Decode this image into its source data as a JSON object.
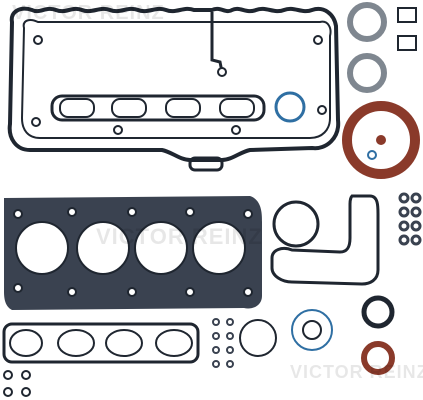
{
  "watermark": {
    "text": "VICTOR REINZ",
    "color": "#000000"
  },
  "colors": {
    "gasket_dark": "#1f2630",
    "gasket_fill": "#3a4250",
    "metal_steel": "#7f8790",
    "rubber_brown": "#8a3a2a",
    "oring_blue": "#2f6fa3",
    "background": "#ffffff"
  },
  "parts": [
    {
      "id": "valve-cover-gasket",
      "icon": "valve-cover-gasket-icon"
    },
    {
      "id": "intake-manifold-gasket",
      "icon": "intake-manifold-gasket-icon"
    },
    {
      "id": "cylinder-head-gasket",
      "icon": "cylinder-head-gasket-icon"
    },
    {
      "id": "exhaust-manifold-gasket",
      "icon": "exhaust-manifold-gasket-icon"
    },
    {
      "id": "timing-cover-seal",
      "icon": "timing-cover-seal-icon"
    },
    {
      "id": "oil-pan-gasket",
      "icon": "oil-pan-gasket-icon"
    },
    {
      "id": "seal-rings",
      "icon": "seal-ring-icon"
    }
  ]
}
